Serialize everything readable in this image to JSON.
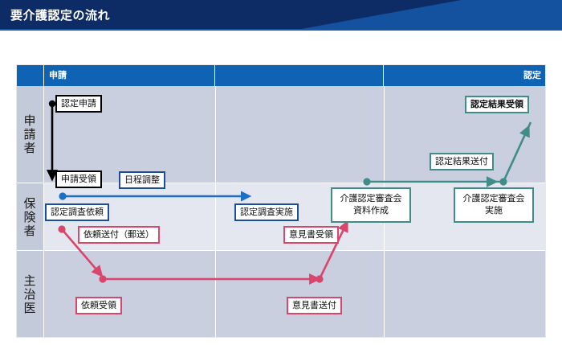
{
  "header": {
    "title": "要介護認定の流れ",
    "bg_dark": "#0d2c66",
    "bg_light": "#14529f"
  },
  "table": {
    "header_bg": "#0f63b4",
    "columns": [
      {
        "id": "col-apply",
        "label": "申請",
        "align": "left"
      },
      {
        "id": "col-middle",
        "label": "",
        "align": "left"
      },
      {
        "id": "col-certify",
        "label": "認定",
        "align": "right"
      }
    ],
    "lanes": [
      {
        "id": "lane-applicant",
        "label": "申請者"
      },
      {
        "id": "lane-insurer",
        "label": "保険者"
      },
      {
        "id": "lane-doctor",
        "label": "主治医"
      }
    ],
    "band_dark": "#c9cfdf",
    "band_light": "#e4e7f0"
  },
  "flows": {
    "black": {
      "color": "#000000",
      "name": "application-flow"
    },
    "blue": {
      "color": "#1b6fc4",
      "name": "survey-flow"
    },
    "pink": {
      "color": "#d9466b",
      "name": "opinion-flow"
    },
    "teal": {
      "color": "#3f8d86",
      "name": "review-flow"
    }
  },
  "nodes": {
    "n1": {
      "label": "認定申請",
      "style": "black"
    },
    "n2": {
      "label": "申請受領",
      "style": "black"
    },
    "n3": {
      "label": "日程調整",
      "style": "blue"
    },
    "n4": {
      "label": "認定調査依頼",
      "style": "blue"
    },
    "n5": {
      "label": "認定調査実施",
      "style": "blue"
    },
    "n6": {
      "label": "依頼送付（郵送）",
      "style": "pink"
    },
    "n7": {
      "label": "依頼受領",
      "style": "pink"
    },
    "n8": {
      "label": "意見書送付",
      "style": "pink"
    },
    "n9": {
      "label": "意見書受領",
      "style": "pink"
    },
    "n10": {
      "label_line1": "介護認定審査会",
      "label_line2": "資料作成",
      "style": "teal"
    },
    "n11": {
      "label_line1": "介護認定審査会",
      "label_line2": "実施",
      "style": "teal"
    },
    "n12": {
      "label": "認定結果送付",
      "style": "teal"
    },
    "n13": {
      "label": "認定結果受領",
      "style": "teal"
    }
  }
}
